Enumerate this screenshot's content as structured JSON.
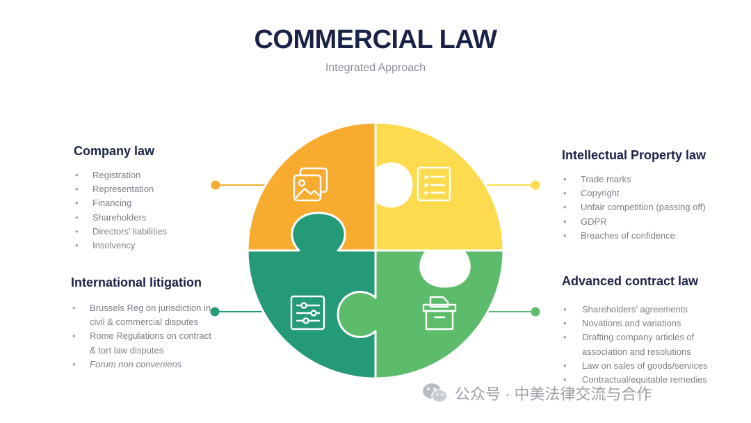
{
  "title": "COMMERCIAL LAW",
  "subtitle": "Integrated  Approach",
  "colors": {
    "orange": "#f7ac2f",
    "yellow": "#fddb4f",
    "dark_green": "#249a79",
    "light_green": "#5dbb6c",
    "title": "#1a2347",
    "body_text": "#7b8088"
  },
  "sections": {
    "company": {
      "heading": "Company law",
      "items": [
        "Registration",
        "Representation",
        "Financing",
        "Shareholders",
        "Directors’ liabilities",
        "Insolvency"
      ],
      "icon": "picture-gallery-icon"
    },
    "ip": {
      "heading": "Intellectual Property law",
      "items": [
        "Trade marks",
        "Copyright",
        "Unfair competition (passing off)",
        "GDPR",
        "Breaches of confidence"
      ],
      "icon": "star-list-icon"
    },
    "intl": {
      "heading": "International litigation",
      "items": [
        "Brussels Reg on jurisdiction in civil & commercial disputes",
        "Rome Regulations on contract & tort law disputes",
        "Forum non conveniens"
      ],
      "icon": "sliders-icon"
    },
    "contract": {
      "heading": "Advanced contract law",
      "items": [
        "Shareholders’ agreements",
        "Novations and variations",
        "Drafting company articles of association and resolutions",
        "Law on sales of goods/services",
        "Contractual/equitable remedies"
      ],
      "icon": "archive-box-icon"
    }
  },
  "watermark": {
    "text": "公众号 · 中美法律交流与合作",
    "icon": "wechat-icon"
  }
}
